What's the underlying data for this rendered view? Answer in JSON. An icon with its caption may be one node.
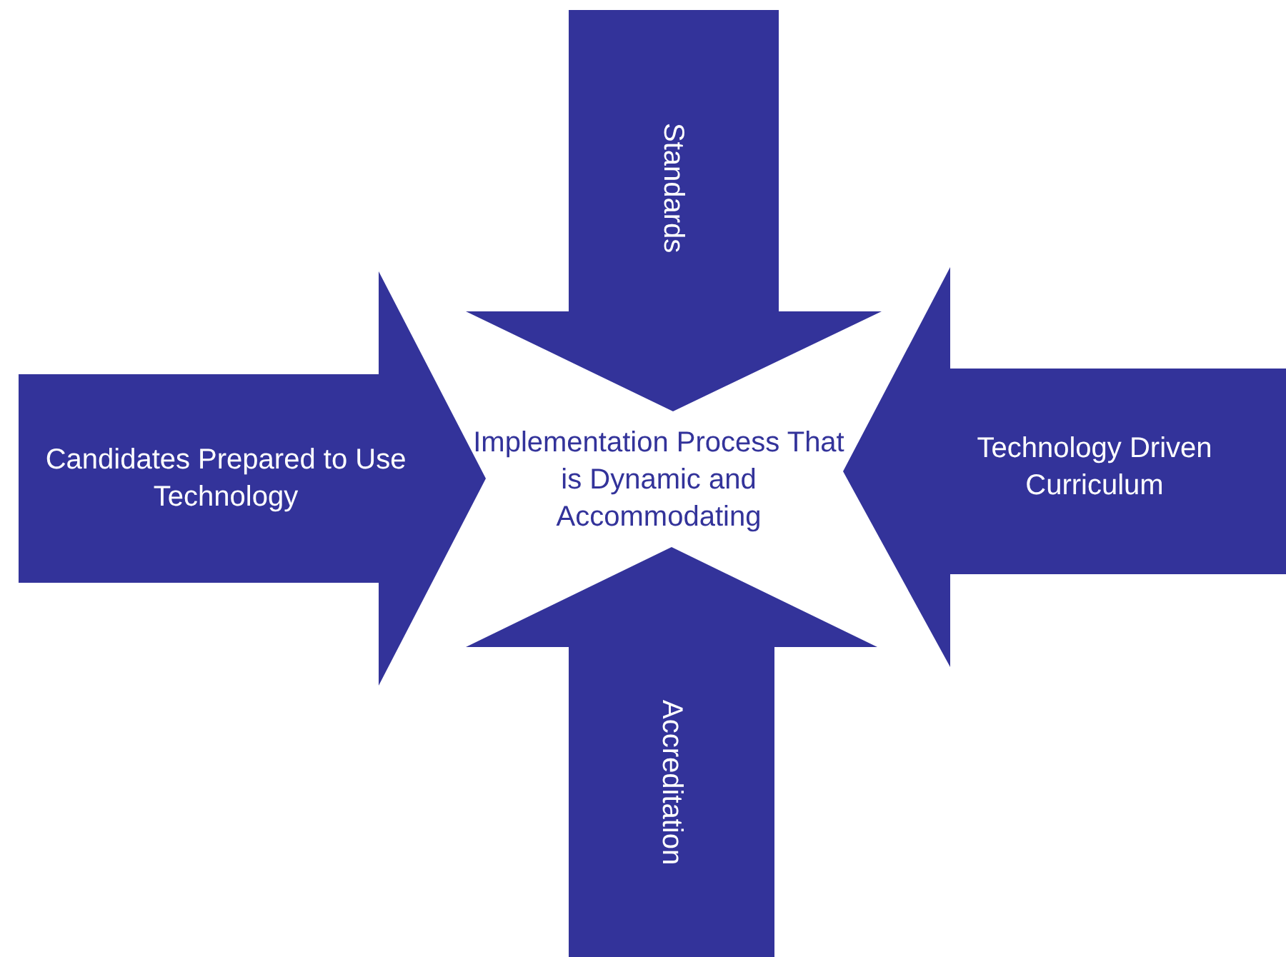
{
  "diagram": {
    "nodes": [
      {
        "text": [
          "Standards"
        ]
      },
      {
        "text": [
          "Candidates Prepared to Use Technology"
        ]
      },
      {
        "text": [
          "Implementation Process That is Dynamic and Accommodating"
        ]
      },
      {
        "text": [
          "Technology Driven Curriculum"
        ]
      },
      {
        "text": [
          "Accreditation"
        ]
      }
    ]
  }
}
